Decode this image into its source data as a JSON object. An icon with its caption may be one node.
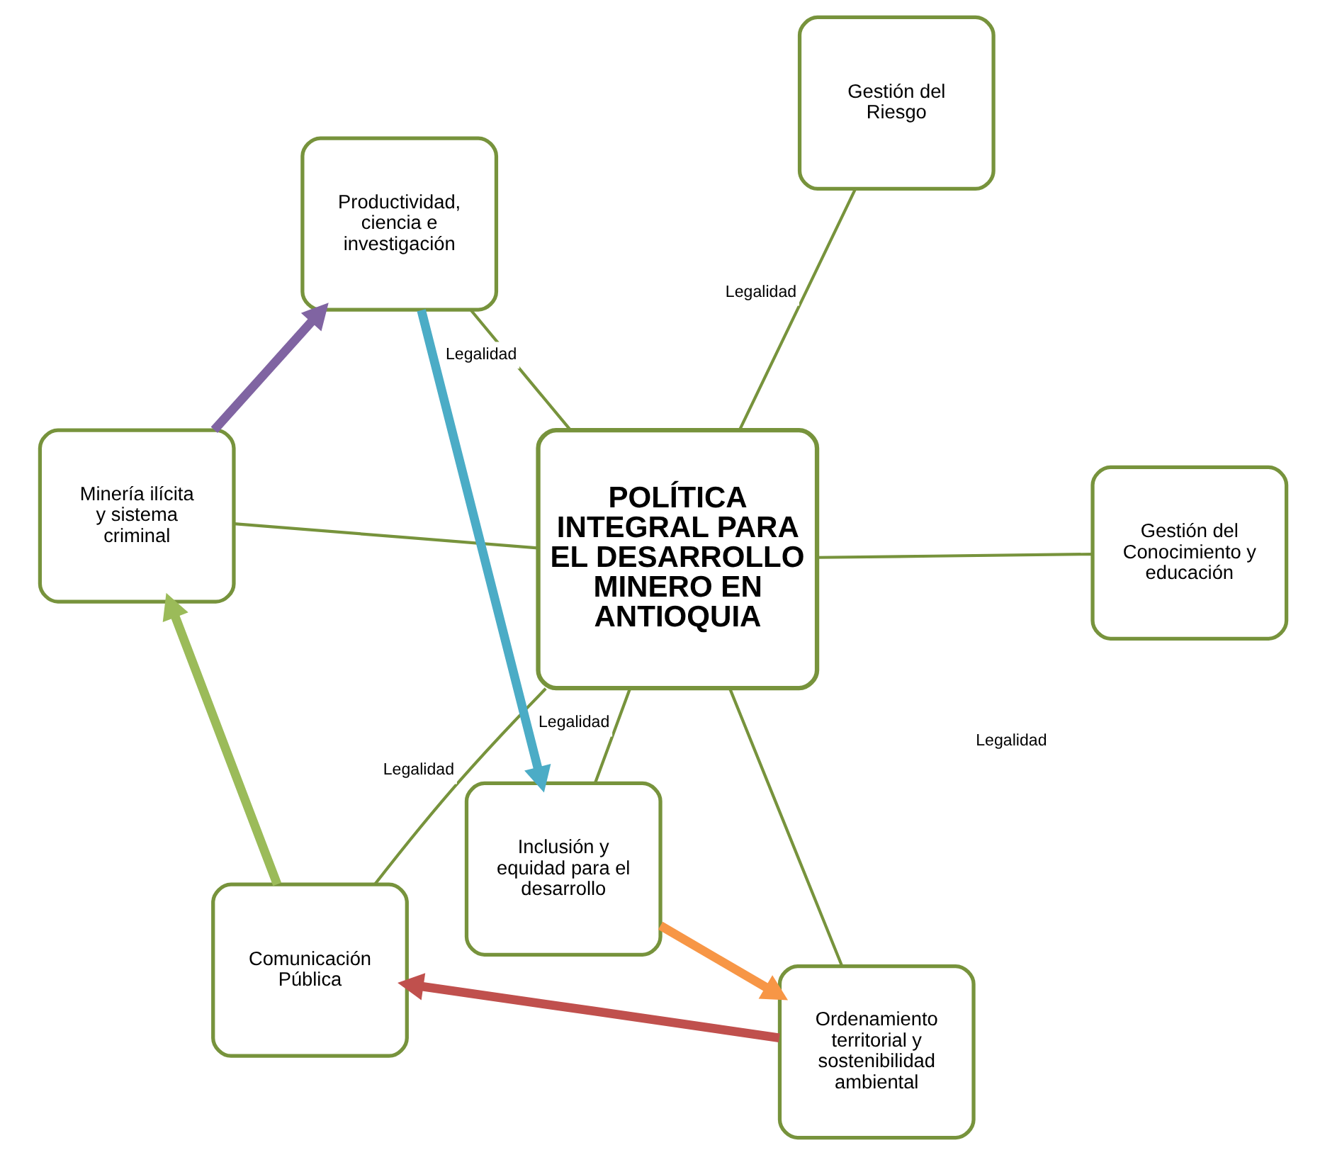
{
  "diagram": {
    "nodes": [
      {
        "text": [
          "Gestión del Riesgo"
        ]
      },
      {
        "text": [
          "Inclusión y equidad para el desarrollo"
        ]
      },
      {
        "text": [
          "Ordenamiento territorial y sostenibilidad ambiental"
        ]
      },
      {
        "text": [
          "POLÍTICA INTEGRAL PARA EL DESARROLLO MINERO EN ANTIOQUIA"
        ]
      },
      {
        "text": [
          "Productividad, ciencia e investigación"
        ]
      },
      {
        "text": [
          "Comunicación Pública"
        ]
      },
      {
        "text": [
          "Gestión del Conocimiento y educación"
        ]
      },
      {
        "text": [
          "Minería ilícita y sistema criminal"
        ]
      }
    ],
    "edges": [
      {
        "from": 3,
        "to": 0,
        "arrow": "none",
        "label": "Legalidad"
      },
      {
        "from": 3,
        "to": 2,
        "arrow": "none"
      },
      {
        "from": 3,
        "to": 5,
        "arrow": "none",
        "label": "Legalidad"
      },
      {
        "from": 3,
        "to": 7,
        "arrow": "none"
      },
      {
        "from": 3,
        "to": 6,
        "arrow": "none"
      },
      {
        "from": 3,
        "to": 4,
        "arrow": "none",
        "label": "Legalidad"
      },
      {
        "from": 3,
        "to": 1,
        "arrow": "none",
        "label": "Legalidad"
      },
      {
        "from": 1,
        "to": 2,
        "arrow": "to",
        "style": "thick",
        "color": "#f79646"
      },
      {
        "from": 2,
        "to": 5,
        "arrow": "to",
        "style": "thick",
        "color": "#c0504d"
      },
      {
        "from": 5,
        "to": 7,
        "arrow": "to",
        "style": "thick",
        "color": "#9bbb59"
      },
      {
        "from": 7,
        "to": 4,
        "arrow": "to",
        "style": "thick",
        "color": "#8064a2"
      },
      {
        "from": 4,
        "to": 1,
        "arrow": "to",
        "style": "thick",
        "color": "#4bacc6"
      }
    ],
    "labels": [
      "Legalidad"
    ]
  }
}
